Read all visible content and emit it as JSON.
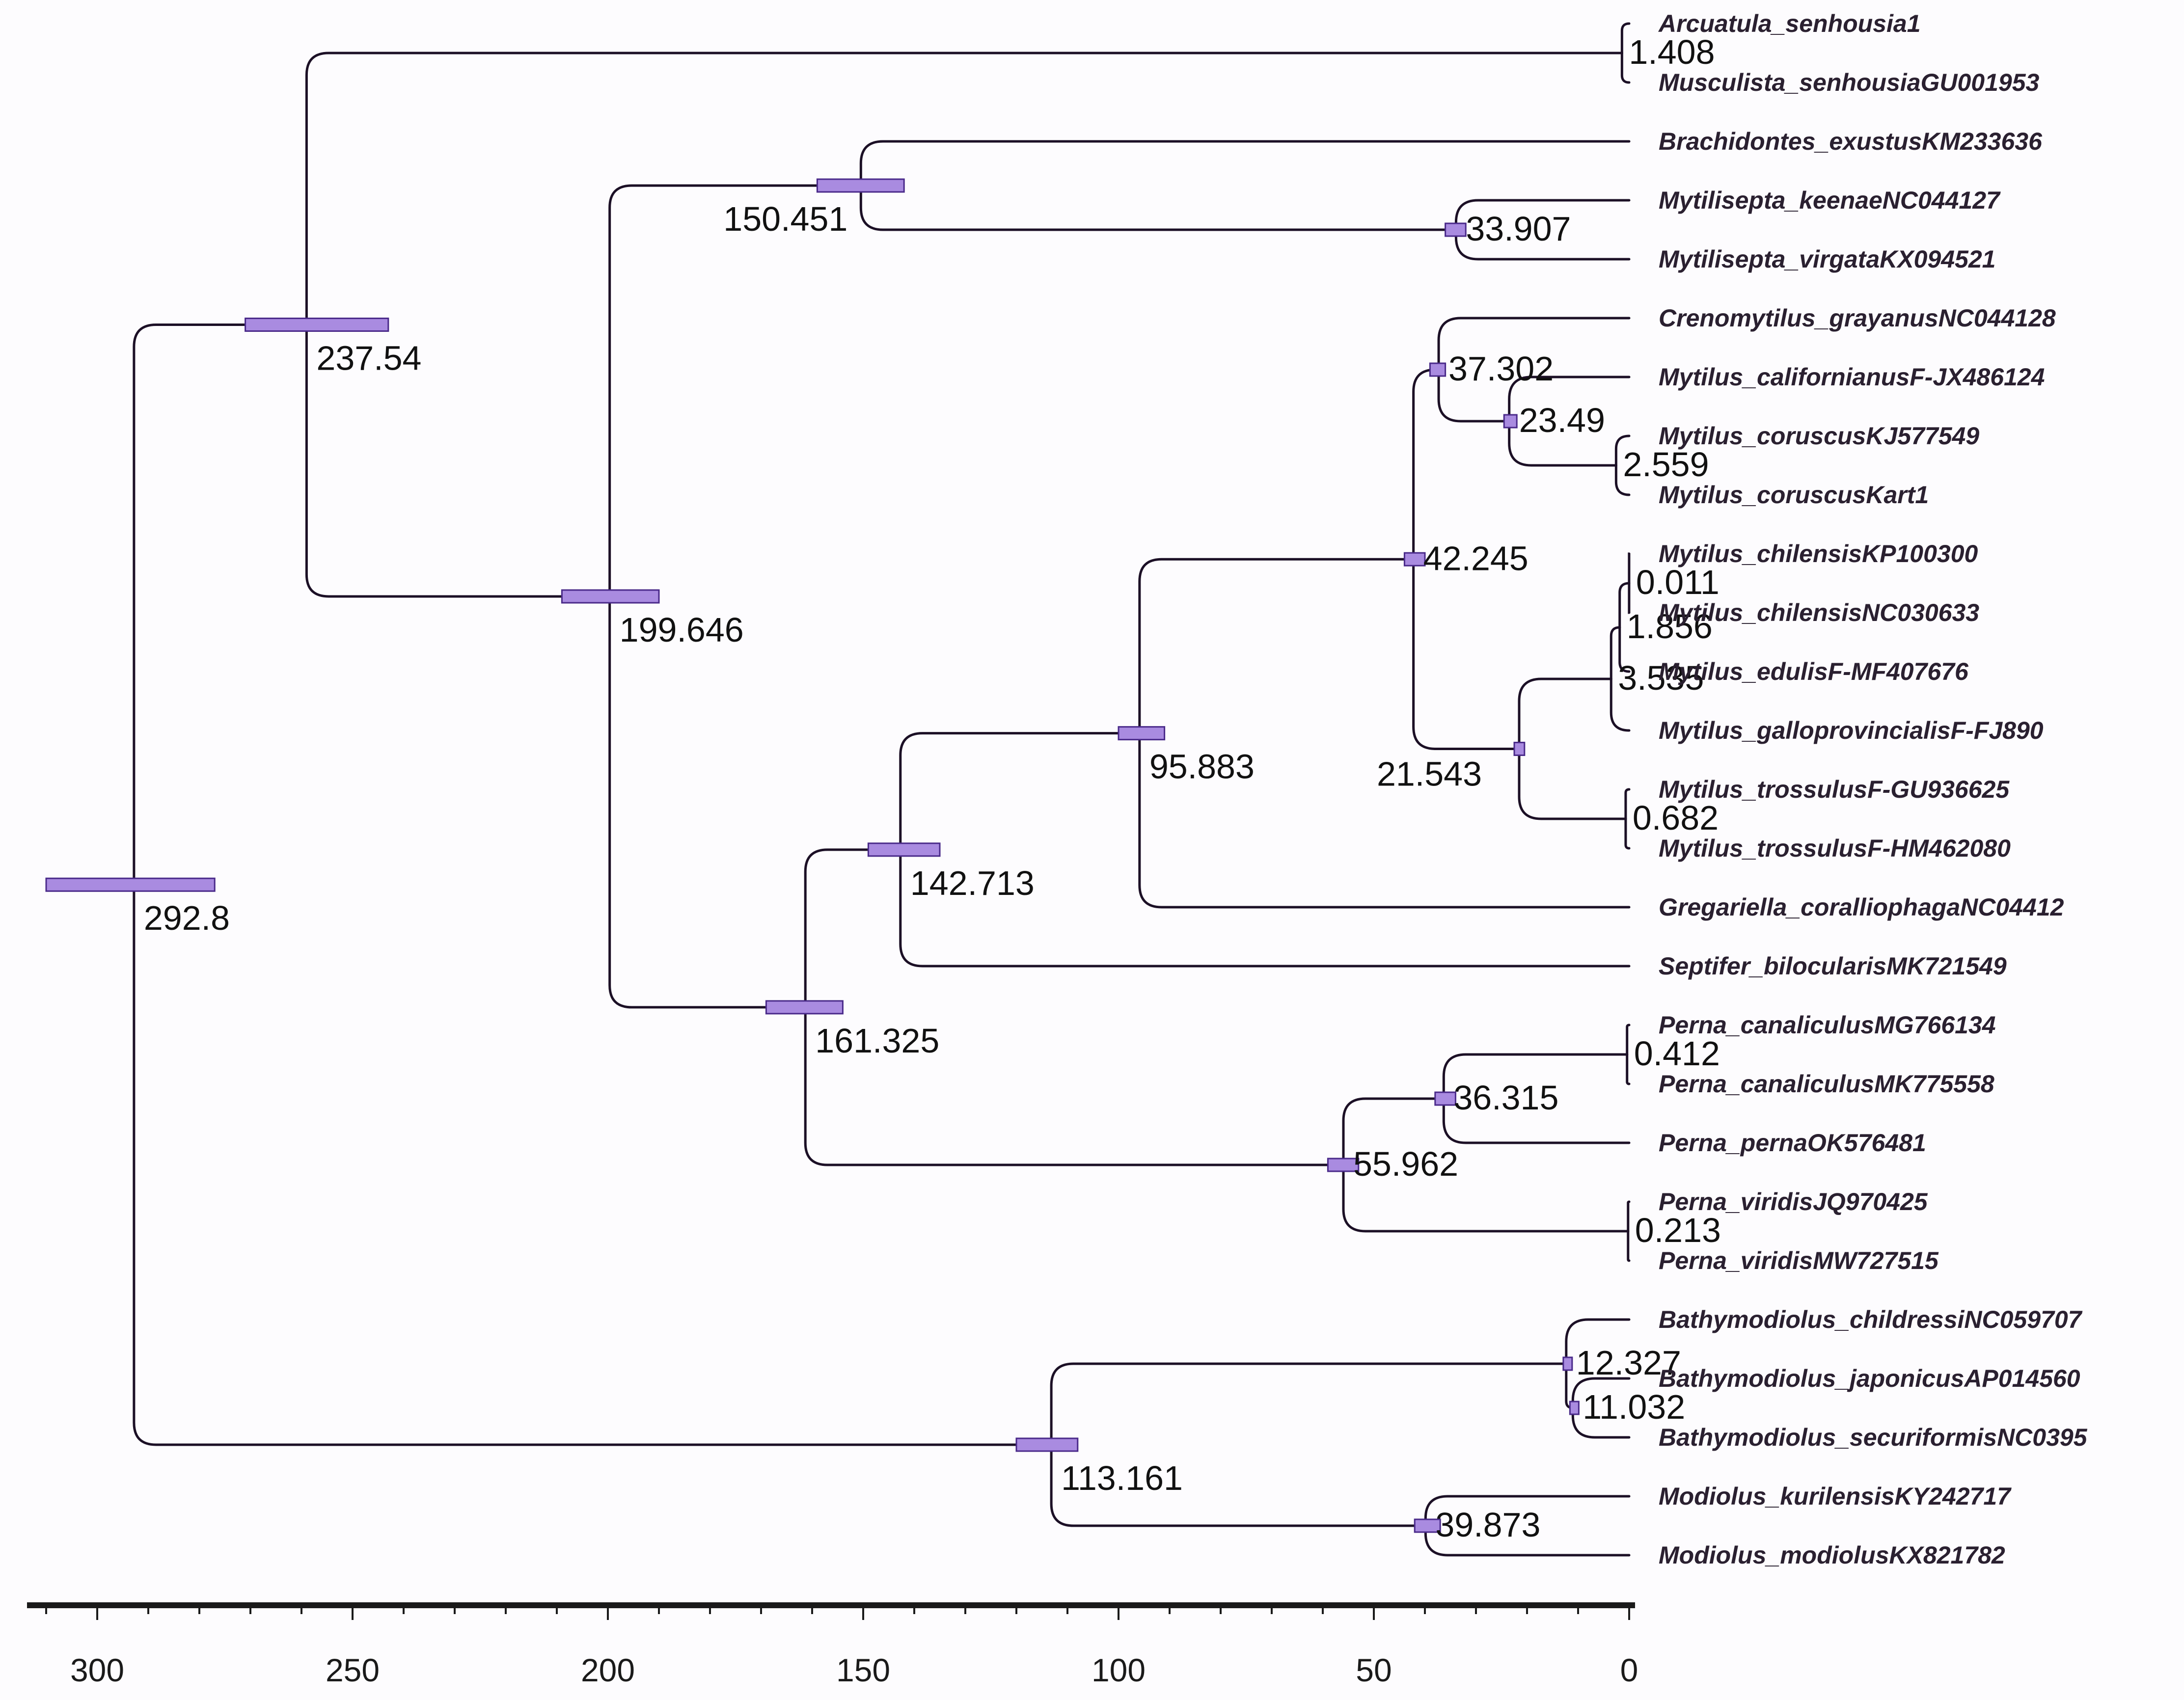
{
  "tips": [
    {
      "id": "t1",
      "name": "Arcuatula_senhousia1"
    },
    {
      "id": "t2",
      "name": "Musculista_senhousiaGU001953"
    },
    {
      "id": "t3",
      "name": "Brachidontes_exustusKM233636"
    },
    {
      "id": "t4",
      "name": "Mytilisepta_keenaeNC044127"
    },
    {
      "id": "t5",
      "name": "Mytilisepta_virgataKX094521"
    },
    {
      "id": "t6",
      "name": "Crenomytilus_grayanusNC044128"
    },
    {
      "id": "t7",
      "name": "Mytilus_californianusF-JX486124"
    },
    {
      "id": "t8",
      "name": "Mytilus_coruscusKJ577549"
    },
    {
      "id": "t9",
      "name": "Mytilus_coruscusKart1"
    },
    {
      "id": "t10",
      "name": "Mytilus_chilensisKP100300"
    },
    {
      "id": "t11",
      "name": "Mytilus_chilensisNC030633"
    },
    {
      "id": "t12",
      "name": "Mytilus_edulisF-MF407676"
    },
    {
      "id": "t13",
      "name": "Mytilus_galloprovincialisF-FJ890"
    },
    {
      "id": "t14",
      "name": "Mytilus_trossulusF-GU936625"
    },
    {
      "id": "t15",
      "name": "Mytilus_trossulusF-HM462080"
    },
    {
      "id": "t16",
      "name": "Gregariella_coralliophagaNC04412"
    },
    {
      "id": "t17",
      "name": "Septifer_bilocularisMK721549"
    },
    {
      "id": "t18",
      "name": "Perna_canaliculusMG766134"
    },
    {
      "id": "t19",
      "name": "Perna_canaliculusMK775558"
    },
    {
      "id": "t20",
      "name": "Perna_pernaOK576481"
    },
    {
      "id": "t21",
      "name": "Perna_viridisJQ970425"
    },
    {
      "id": "t22",
      "name": "Perna_viridisMW727515"
    },
    {
      "id": "t23",
      "name": "Bathymodiolus_childressiNC059707"
    },
    {
      "id": "t24",
      "name": "Bathymodiolus_japonicusAP014560"
    },
    {
      "id": "t25",
      "name": "Bathymodiolus_securiformisNC0395"
    },
    {
      "id": "t26",
      "name": "Modiolus_kurilensisKY242717"
    },
    {
      "id": "t27",
      "name": "Modiolus_modiolusKX821782"
    }
  ],
  "nodes": [
    {
      "id": "root",
      "age": 292.8,
      "label": "292.8",
      "children": [
        "n1",
        "n20"
      ],
      "hpd": [
        310,
        277
      ]
    },
    {
      "id": "n1",
      "age": 259,
      "label": "237.54",
      "children": [
        "n2",
        "n3"
      ],
      "hpd": [
        271,
        243
      ]
    },
    {
      "id": "n2",
      "age": 1.408,
      "label": "1.408",
      "children": [
        "t1",
        "t2"
      ]
    },
    {
      "id": "n3",
      "age": 199.646,
      "label": "199.646",
      "children": [
        "n4",
        "n6"
      ],
      "hpd": [
        209,
        190
      ]
    },
    {
      "id": "n4",
      "age": 150.451,
      "label": "150.451",
      "children": [
        "t3",
        "n5"
      ],
      "hpd": [
        159,
        142
      ]
    },
    {
      "id": "n5",
      "age": 33.907,
      "label": "33.907",
      "children": [
        "t4",
        "t5"
      ],
      "hpd": [
        36,
        32
      ]
    },
    {
      "id": "n6",
      "age": 161.325,
      "label": "161.325",
      "children": [
        "n7",
        "n16"
      ],
      "hpd": [
        169,
        154
      ]
    },
    {
      "id": "n7",
      "age": 142.713,
      "label": "142.713",
      "children": [
        "n8",
        "t17"
      ],
      "hpd": [
        149,
        135
      ]
    },
    {
      "id": "n8",
      "age": 95.883,
      "label": "95.883",
      "children": [
        "n9",
        "t16"
      ],
      "hpd": [
        100,
        91
      ]
    },
    {
      "id": "n9",
      "age": 42.245,
      "label": "42.245",
      "children": [
        "n10",
        "n13"
      ],
      "hpd": [
        44,
        40
      ]
    },
    {
      "id": "n10",
      "age": 37.302,
      "label": "37.302",
      "children": [
        "t6",
        "n11"
      ],
      "hpd": [
        39,
        36
      ]
    },
    {
      "id": "n11",
      "age": 23.49,
      "label": "23.49",
      "children": [
        "t7",
        "n12"
      ],
      "hpd": [
        24.5,
        22
      ]
    },
    {
      "id": "n12",
      "age": 2.559,
      "label": "2.559",
      "children": [
        "t8",
        "t9"
      ]
    },
    {
      "id": "n13",
      "age": 21.543,
      "label": "21.543",
      "children": [
        "n14",
        "n15"
      ],
      "hpd": [
        22.5,
        20.5
      ]
    },
    {
      "id": "n14",
      "age": 3.535,
      "label": "3.535",
      "children": [
        "n14a",
        "t13"
      ]
    },
    {
      "id": "n14a",
      "age": 1.856,
      "label": "1.856",
      "children": [
        "n14b",
        "t12"
      ]
    },
    {
      "id": "n14b",
      "age": 0.011,
      "label": "0.011",
      "children": [
        "t10",
        "t11"
      ]
    },
    {
      "id": "n15",
      "age": 0.682,
      "label": "0.682",
      "children": [
        "t14",
        "t15"
      ]
    },
    {
      "id": "n16",
      "age": 55.962,
      "label": "55.962",
      "children": [
        "n17",
        "n18"
      ],
      "hpd": [
        59,
        53
      ]
    },
    {
      "id": "n17",
      "age": 36.315,
      "label": "36.315",
      "children": [
        "n17a",
        "t20"
      ],
      "hpd": [
        38,
        34
      ]
    },
    {
      "id": "n17a",
      "age": 0.412,
      "label": "0.412",
      "children": [
        "t18",
        "t19"
      ]
    },
    {
      "id": "n18",
      "age": 0.213,
      "label": "0.213",
      "children": [
        "t21",
        "t22"
      ]
    },
    {
      "id": "n20",
      "age": 113.161,
      "label": "113.161",
      "children": [
        "n21",
        "n23"
      ],
      "hpd": [
        120,
        108
      ]
    },
    {
      "id": "n21",
      "age": 12.327,
      "label": "12.327",
      "children": [
        "t23",
        "n22"
      ],
      "hpd": [
        12.9,
        11.8
      ]
    },
    {
      "id": "n22",
      "age": 11.032,
      "label": "11.032",
      "children": [
        "t24",
        "t25"
      ],
      "hpd": [
        11.6,
        10.5
      ]
    },
    {
      "id": "n23",
      "age": 39.873,
      "label": "39.873",
      "children": [
        "t26",
        "t27"
      ],
      "hpd": [
        42,
        37
      ]
    }
  ],
  "axis": {
    "min": 0,
    "max": 300,
    "ticks": [
      300,
      250,
      200,
      150,
      100,
      50,
      0
    ]
  },
  "colors": {
    "branch": "#1c1026",
    "hpd_fill": "#a98be0",
    "hpd_stroke": "#4a2a8a"
  }
}
